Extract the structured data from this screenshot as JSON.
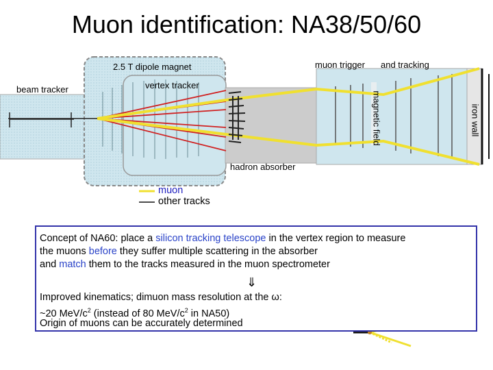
{
  "title": "Muon identification: NA38/50/60",
  "labels": {
    "dipole": "2.5 T dipole magnet",
    "muon_trigger": "muon trigger",
    "and_tracking": "and tracking",
    "beam_tracker": "beam tracker",
    "vertex_tracker": "vertex tracker",
    "magnetic_field": "magnetic field",
    "iron_wall": "iron wall",
    "hadron_absorber": "hadron absorber"
  },
  "legend": {
    "muon": "muon",
    "other": "other tracks"
  },
  "concept": {
    "l1_a": "Concept of NA60: place a ",
    "l1_b": "silicon tracking telescope",
    "l1_c": " in the vertex region to measure",
    "l2_a": "the muons ",
    "l2_b": "before",
    "l2_c": " they suffer multiple scattering in the absorber",
    "l3_a": "and ",
    "l3_b": "match",
    "l3_c": " them to the tracks measured in the muon spectrometer",
    "arrow": "⇓",
    "l4_a": "Improved kinematics; dimuon mass resolution at the ",
    "l4_b": "ω",
    "l4_c": ":",
    "l5_a": "~20 MeV/c",
    "l5_sup": "2",
    "l5_b": " (instead of 80 MeV/c",
    "l5_sup2": "2",
    "l5_c": " in NA50)",
    "l6": "Origin of muons can be accurately determined"
  },
  "colors": {
    "muon": "#f0e030",
    "other": "#d02020",
    "frame": "#3333aa",
    "highlight": "#2a43c8"
  }
}
